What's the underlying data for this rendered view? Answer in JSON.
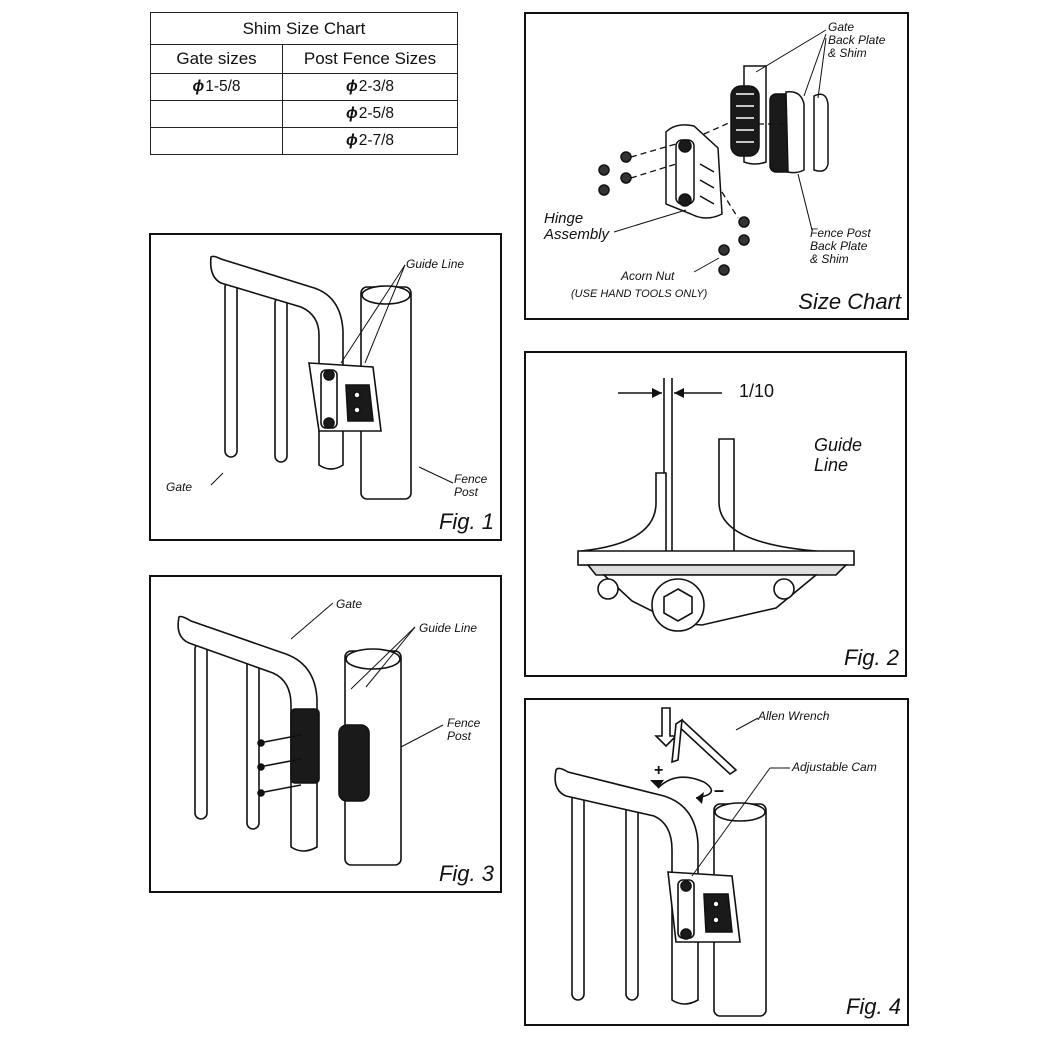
{
  "shim_chart": {
    "title": "Shim Size Chart",
    "col_gate": "Gate sizes",
    "col_post": "Post Fence Sizes",
    "phi": "ϕ",
    "rows": [
      {
        "gate": "1-5/8",
        "post": "2-3/8"
      },
      {
        "gate": "",
        "post": "2-5/8"
      },
      {
        "gate": "",
        "post": "2-7/8"
      }
    ]
  },
  "size_chart_panel": {
    "gate_plate_l1": "Gate",
    "gate_plate_l2": "Back Plate",
    "gate_plate_l3": "& Shim",
    "hinge_l1": "Hinge",
    "hinge_l2": "Assembly",
    "fence_plate_l1": "Fence Post",
    "fence_plate_l2": "Back Plate",
    "fence_plate_l3": "& Shim",
    "acorn": "Acorn Nut",
    "hand_tools": "(USE HAND TOOLS ONLY)",
    "caption": "Size Chart"
  },
  "fig1": {
    "guide_line": "Guide Line",
    "gate": "Gate",
    "fence_l1": "Fence",
    "fence_l2": "Post",
    "caption": "Fig. 1"
  },
  "fig2": {
    "dimension": "1/10",
    "guide_l1": "Guide",
    "guide_l2": "Line",
    "caption": "Fig. 2"
  },
  "fig3": {
    "gate": "Gate",
    "guide_line": "Guide Line",
    "fence_l1": "Fence",
    "fence_l2": "Post",
    "caption": "Fig. 3"
  },
  "fig4": {
    "allen": "Allen Wrench",
    "cam": "Adjustable Cam",
    "plus": "+",
    "minus": "–",
    "caption": "Fig. 4"
  }
}
